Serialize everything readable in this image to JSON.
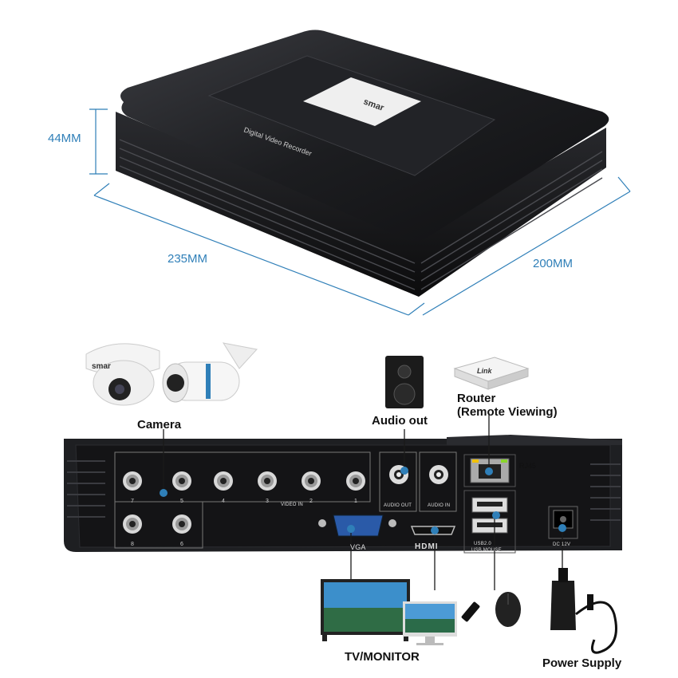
{
  "dimensions": {
    "height": "44MM",
    "width": "235MM",
    "depth": "200MM"
  },
  "device_top": {
    "brand": "smar",
    "model_text": "Digital Video Recorder"
  },
  "components": {
    "camera": "Camera",
    "camera_brand": "smar",
    "audio_out": "Audio out",
    "router_line1": "Router",
    "router_line2": "(Remote Viewing)",
    "router_brand": "Link",
    "tv_monitor": "TV/MONITOR",
    "power_supply": "Power Supply"
  },
  "rear_panel": {
    "video_in": "VIDEO IN",
    "audio_out": "AUDIO OUT",
    "audio_in": "AUDIO IN",
    "rj45": "RJ45",
    "vga": "VGA",
    "hdmi": "HDMI",
    "usb1": "USB2.0",
    "usb2": "USB MOUSE",
    "dc": "DC 12V",
    "ports": [
      "7",
      "5",
      "4",
      "3",
      "2",
      "1",
      "8",
      "6"
    ]
  },
  "colors": {
    "accent": "#2f7fb8",
    "device": "#1a1a1c"
  }
}
